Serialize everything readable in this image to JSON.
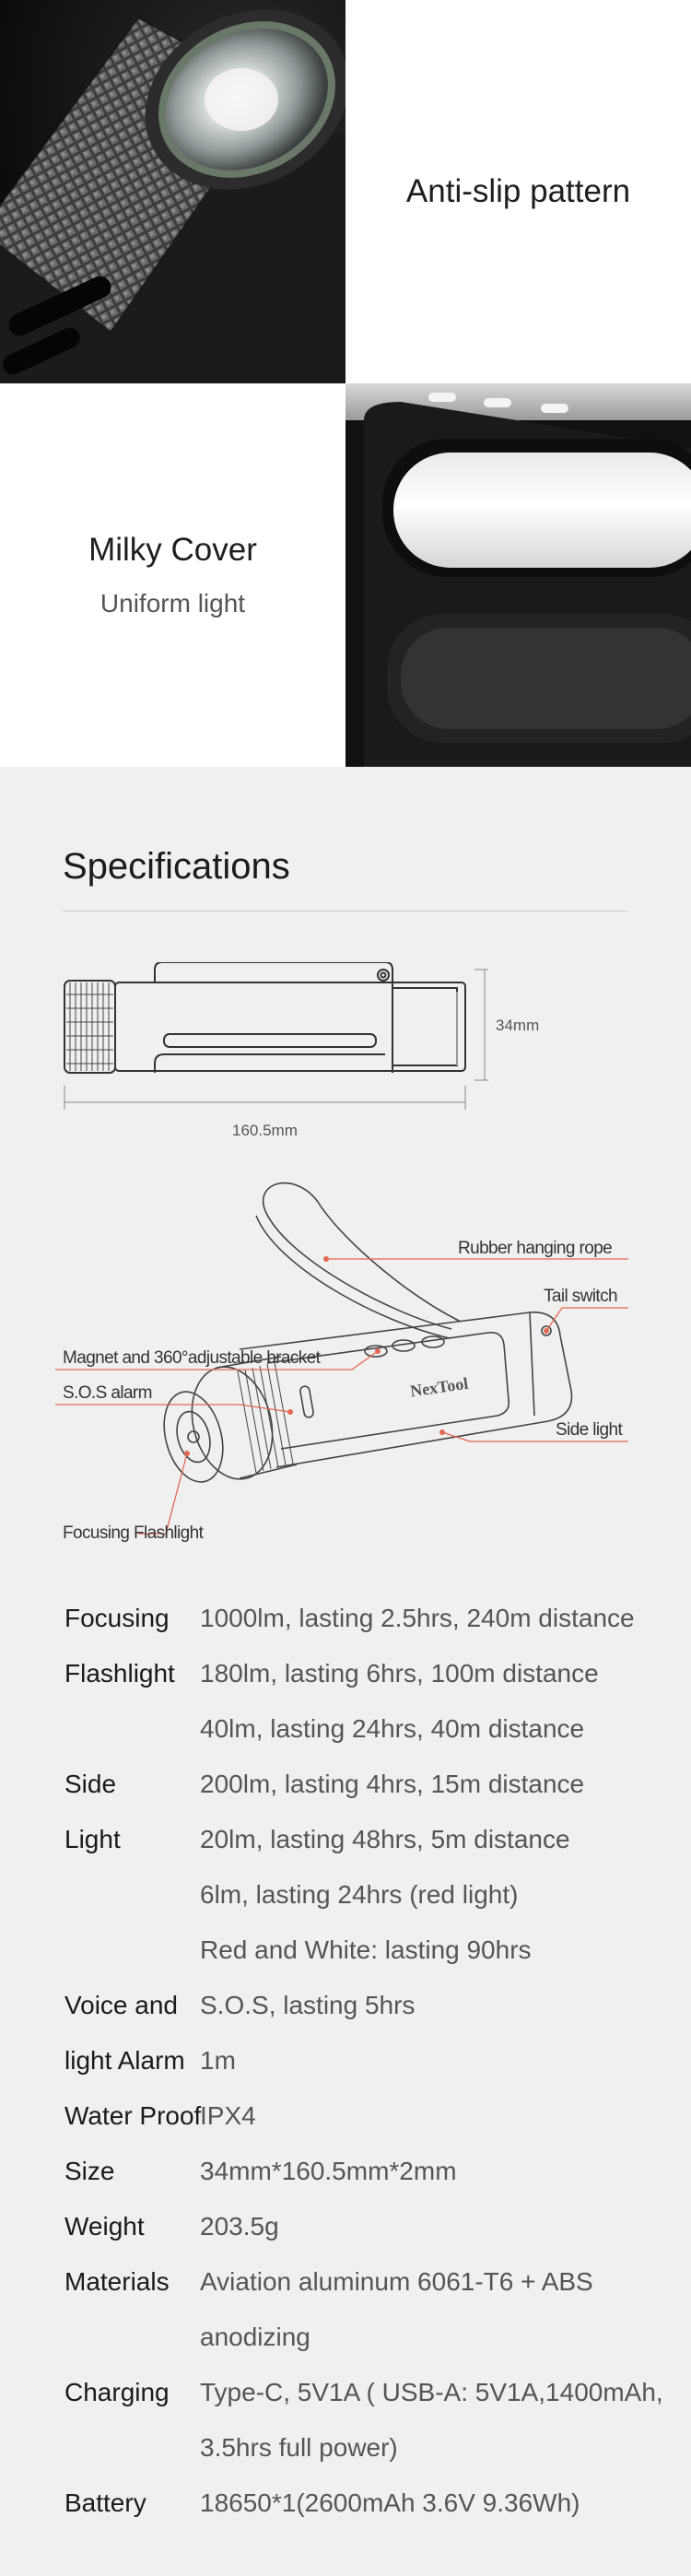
{
  "features": [
    {
      "title": "Anti-slip pattern",
      "subtitle": ""
    },
    {
      "title": "Milky Cover",
      "subtitle": "Uniform light"
    }
  ],
  "specifications": {
    "heading": "Specifications",
    "dimensions": {
      "height_label": "34mm",
      "length_label": "160.5mm"
    },
    "parts": {
      "rope": "Rubber hanging rope",
      "tail_switch": "Tail switch",
      "magnet": "Magnet and 360°adjustable bracket",
      "sos": "S.O.S alarm",
      "side_light": "Side light",
      "focusing": "Focusing Flashlight",
      "brand_mark": "NexTool"
    },
    "rows": [
      {
        "key": "Focusing",
        "value": "1000lm, lasting 2.5hrs, 240m distance"
      },
      {
        "key": "Flashlight",
        "value": "180lm, lasting 6hrs, 100m distance"
      },
      {
        "key": "",
        "value": "40lm, lasting 24hrs, 40m distance"
      },
      {
        "key": "Side",
        "value": "200lm, lasting 4hrs, 15m distance"
      },
      {
        "key": "Light",
        "value": "20lm, lasting 48hrs, 5m distance"
      },
      {
        "key": "",
        "value": "6lm, lasting 24hrs (red light)"
      },
      {
        "key": "",
        "value": "Red and White: lasting 90hrs"
      },
      {
        "key": "Voice and",
        "value": "S.O.S,  lasting 5hrs"
      },
      {
        "key": "light Alarm",
        "value": "1m"
      },
      {
        "key": "Water Proof",
        "value": "IPX4"
      },
      {
        "key": "Size",
        "value": "34mm*160.5mm*2mm"
      },
      {
        "key": "Weight",
        "value": "203.5g"
      },
      {
        "key": "Materials",
        "value": "Aviation aluminum 6061-T6 + ABS"
      },
      {
        "key": "",
        "value": "anodizing"
      },
      {
        "key": "Charging",
        "value": "Type-C, 5V1A ( USB-A: 5V1A,1400mAh,"
      },
      {
        "key": "",
        "value": "3.5hrs full power)"
      },
      {
        "key": "Battery",
        "value": "18650*1(2600mAh 3.6V 9.36Wh)"
      }
    ]
  }
}
